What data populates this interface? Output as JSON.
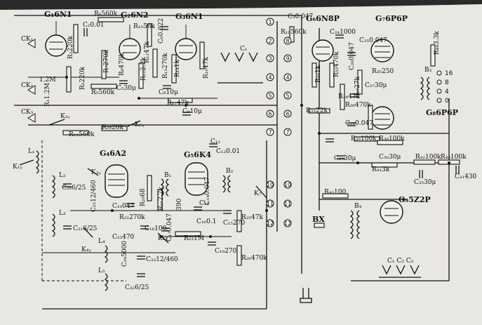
{
  "tubes": {
    "v1": "G₁6N1",
    "v2": "G₂6N2",
    "v3": "G₃6N1",
    "v4": "G₄6A2",
    "v5": "G₅6K4",
    "v6": "G₆6N8P",
    "v7": "G₇6P6P",
    "v8": "G₈6P6P",
    "v9": "G₉5Z2P"
  },
  "components": {
    "r6": "R₆560k",
    "c2": "C₂0.01",
    "r3": "R₃220k",
    "r2": "R₂220k",
    "r7": "R₇270k",
    "r5": "R₅560k",
    "r9": "R₉470k",
    "c5": "C₅30μ",
    "r10": "R₁₀56k",
    "r11": "R₁₁47k",
    "r12": "R₁₂2.2k",
    "c6": "C₆0.022",
    "r13": "R₁₃270k",
    "r14": "R₁₄1k",
    "c8": "C₈10μ",
    "r17": "R₁₇47k",
    "c9": "C₉10μ",
    "r16": "R₁₆47k",
    "r1": "1.2M",
    "r1b": "R₁1.2M",
    "c3": "C₃0.047",
    "r18": "R₁₈560k",
    "c24": "C₂₄1000",
    "r31": "R₃₁1k",
    "r32": "R₃₂470k",
    "r34": "R₃₄47k",
    "c26": "C₂₆0.047",
    "c25": "C₂₅0.047",
    "r35": "R₃₅250",
    "c27": "C₂₇30μ",
    "r36": "R₃₆470k",
    "r33": "R₃₃22k",
    "c28": "C₂₈0.047",
    "r39": "R₃₉100k",
    "r38": "R₃₈100k",
    "c29": "C₂₉30μ",
    "r41": "R₄₁3k",
    "c30": "C₃₀30μ",
    "r40": "R₄₀100",
    "r42": "R₄₂100k",
    "r43": "R₄₃100k",
    "c31": "C₃₁430",
    "r44": "R₄₄3.3k",
    "r27": "R₂₇27k",
    "r28": "R₂₈20k",
    "r19": "R₁₉560k",
    "c11": "C₁₁",
    "c12": "C₁₂0.01",
    "c13": "C₁₃",
    "c14": "C₁₄0.047",
    "c15": "C₁₅270",
    "r25": "R₂₅47k",
    "r26": "R₂₆470k",
    "c16": "C₁₆0.1",
    "c17": "C₁₇0.047",
    "r23": "R₂₃1M",
    "c19": "C₁₉270",
    "r22": "R₂₂270k",
    "r20": "R₂₀68",
    "c10": "C₁₀047",
    "r21": "R₂₁2.2k",
    "c18": "C₁₈100",
    "c20": "C₂₀6/25",
    "c21": "C₂₁6/25",
    "c22": "C₂₂12/460",
    "c23": "C₂₃470",
    "c32": "C₃₂6/25",
    "c33": "C₃₃12/460",
    "c34": "C₃₄5000",
    "r24": "390",
    "c35": "C₃₅30μ"
  },
  "jacks": [
    "CK₁",
    "CK₂",
    "CK₃"
  ],
  "switches": {
    "k1": "K₁ᵧ",
    "k2": "K₂ᵧ",
    "k3": "K₃ᵧ",
    "k4": "K₄ᵧ",
    "k5": "K₅ᵧ",
    "k6": "K₆ᵧ",
    "k7": "K₇"
  },
  "inductors": [
    "L₁",
    "L₂",
    "L₃",
    "L₄",
    "L₅"
  ],
  "transformers": [
    "B₁",
    "B₂",
    "B₃",
    "B₄"
  ],
  "tuning_caps": [
    "C₁",
    "C₂",
    "C₃"
  ],
  "tuning_cap_group": "C₁ C₂ C₃",
  "fuse": "BX",
  "output_taps": [
    "16",
    "8",
    "4",
    "0"
  ],
  "terminals": [
    "1",
    "2",
    "3",
    "4",
    "5",
    "6",
    "7",
    "8",
    "9",
    "10",
    "11",
    "12"
  ]
}
